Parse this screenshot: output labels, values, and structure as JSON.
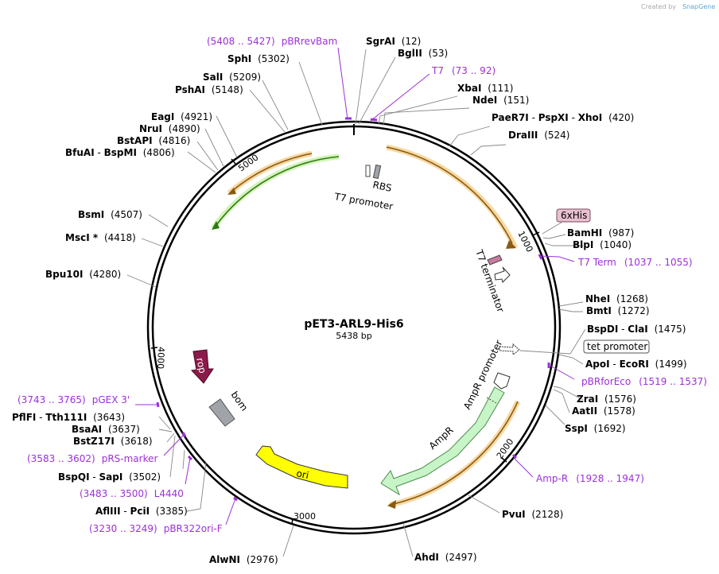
{
  "map": {
    "name": "pET3-ARL9-His6",
    "size_label": "5438 bp",
    "watermark_prefix": "Created by",
    "watermark_brand": "SnapGene"
  },
  "enzymes": [
    {
      "id": "sgai",
      "parts": [
        "SgrAI"
      ],
      "pos": "(12)"
    },
    {
      "id": "bglii",
      "parts": [
        "BglII"
      ],
      "pos": "(53)"
    },
    {
      "id": "xbai",
      "parts": [
        "XbaI"
      ],
      "pos": "(111)"
    },
    {
      "id": "ndei",
      "parts": [
        "NdeI"
      ],
      "pos": "(151)"
    },
    {
      "id": "paer7i",
      "parts": [
        "PaeR7I",
        "PspXI",
        "XhoI"
      ],
      "pos": "(420)"
    },
    {
      "id": "draiii",
      "parts": [
        "DraIII"
      ],
      "pos": "(524)"
    },
    {
      "id": "bamhi",
      "parts": [
        "BamHI"
      ],
      "pos": "(987)"
    },
    {
      "id": "blpi",
      "parts": [
        "BlpI"
      ],
      "pos": "(1040)"
    },
    {
      "id": "nhei",
      "parts": [
        "NheI"
      ],
      "pos": "(1268)"
    },
    {
      "id": "bmti",
      "parts": [
        "BmtI"
      ],
      "pos": "(1272)"
    },
    {
      "id": "bspdi",
      "parts": [
        "BspDI",
        "ClaI"
      ],
      "pos": "(1475)"
    },
    {
      "id": "apoi",
      "parts": [
        "ApoI",
        "EcoRI"
      ],
      "pos": "(1499)"
    },
    {
      "id": "zrai",
      "parts": [
        "ZraI"
      ],
      "pos": "(1576)"
    },
    {
      "id": "aatii",
      "parts": [
        "AatII"
      ],
      "pos": "(1578)"
    },
    {
      "id": "sspi",
      "parts": [
        "SspI"
      ],
      "pos": "(1692)"
    },
    {
      "id": "pvui",
      "parts": [
        "PvuI"
      ],
      "pos": "(2128)"
    },
    {
      "id": "ahdi",
      "parts": [
        "AhdI"
      ],
      "pos": "(2497)"
    },
    {
      "id": "alwni",
      "parts": [
        "AlwNI"
      ],
      "pos": "(2976)"
    },
    {
      "id": "afliii",
      "parts": [
        "AflIII",
        "PciI"
      ],
      "pos": "(3385)"
    },
    {
      "id": "bspqi",
      "parts": [
        "BspQI",
        "SapI"
      ],
      "pos": "(3502)"
    },
    {
      "id": "bstz17i",
      "parts": [
        "BstZ17I"
      ],
      "pos": "(3618)"
    },
    {
      "id": "bsaai",
      "parts": [
        "BsaAI"
      ],
      "pos": "(3637)"
    },
    {
      "id": "pflfi",
      "parts": [
        "PflFI",
        "Tth111I"
      ],
      "pos": "(3643)"
    },
    {
      "id": "bpu10i",
      "parts": [
        "Bpu10I"
      ],
      "pos": "(4280)"
    },
    {
      "id": "msci",
      "parts": [
        "MscI *"
      ],
      "pos": "(4418)"
    },
    {
      "id": "bsmi",
      "parts": [
        "BsmI"
      ],
      "pos": "(4507)"
    },
    {
      "id": "bfuai",
      "parts": [
        "BfuAI",
        "BspMI"
      ],
      "pos": "(4806)"
    },
    {
      "id": "bstapi",
      "parts": [
        "BstAPI"
      ],
      "pos": "(4816)"
    },
    {
      "id": "nrui",
      "parts": [
        "NruI"
      ],
      "pos": "(4890)"
    },
    {
      "id": "eagi",
      "parts": [
        "EagI"
      ],
      "pos": "(4921)"
    },
    {
      "id": "pshai",
      "parts": [
        "PshAI"
      ],
      "pos": "(5148)"
    },
    {
      "id": "sali",
      "parts": [
        "SalI"
      ],
      "pos": "(5209)"
    },
    {
      "id": "sphi",
      "parts": [
        "SphI"
      ],
      "pos": "(5302)"
    }
  ],
  "primers": [
    {
      "id": "pbrrevbam",
      "name": "pBRrevBam",
      "range": "(5408 .. 5427)"
    },
    {
      "id": "t7",
      "name": "T7",
      "range": "(73 .. 92)"
    },
    {
      "id": "t7term",
      "name": "T7 Term",
      "range": "(1037 .. 1055)"
    },
    {
      "id": "pbrforeco",
      "name": "pBRforEco",
      "range": "(1519 .. 1537)"
    },
    {
      "id": "ampr",
      "name": "Amp-R",
      "range": "(1928 .. 1947)"
    },
    {
      "id": "pgex3",
      "name": "pGEX 3'",
      "range": "(3743 .. 3765)"
    },
    {
      "id": "prsmarker",
      "name": "pRS-marker",
      "range": "(3583 .. 3602)"
    },
    {
      "id": "l4440",
      "name": "L4440",
      "range": "(3483 .. 3500)"
    },
    {
      "id": "pbr322ori",
      "name": "pBR322ori-F",
      "range": "(3230 .. 3249)"
    }
  ],
  "features": {
    "rbs": "RBS",
    "t7_promoter": "T7 promoter",
    "t7_terminator": "T7 terminator",
    "ampr_promoter": "AmpR promoter",
    "ampr": "AmpR",
    "ori": "ori",
    "rop": "rop",
    "bom": "bom",
    "tet_promoter": "tet promoter",
    "his_tag": "6xHis"
  },
  "ticks": [
    "1000",
    "2000",
    "3000",
    "4000",
    "5000"
  ],
  "colors": {
    "enzyme_text": "#000000",
    "primer_text": "#9b30d9",
    "ampr_fill": "#c8f5c8",
    "ori_fill": "#ffff00",
    "rop_fill": "#8b1a4a",
    "orf_arrow": "#e8a33c",
    "orf_arrow_green": "#3a9a1a",
    "bom_fill": "#a0a4aa",
    "his_tag_fill": "#e8c0d0"
  }
}
